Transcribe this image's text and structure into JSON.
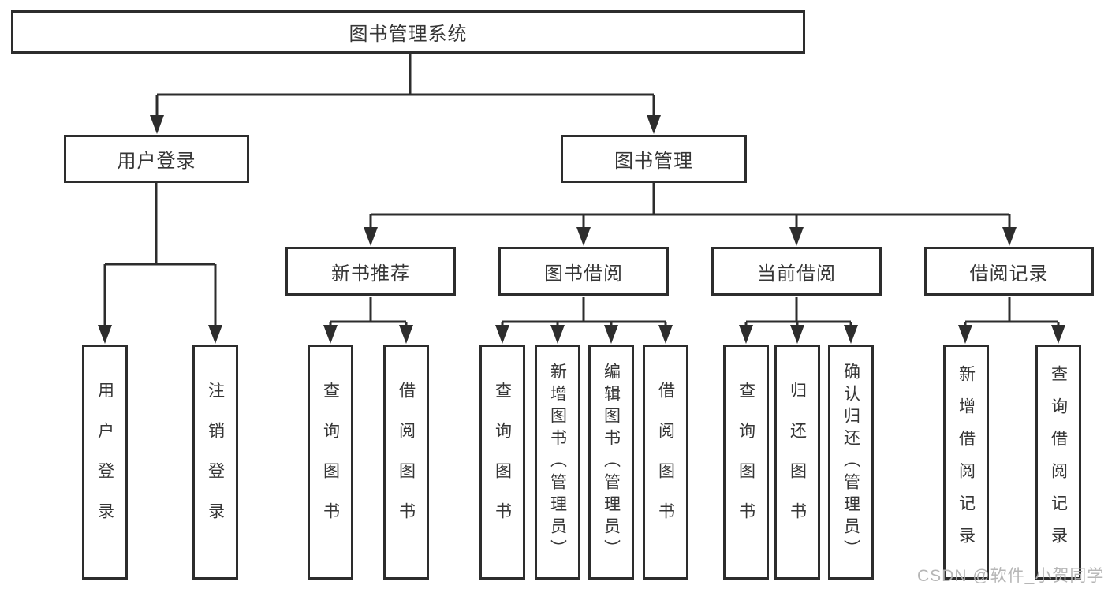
{
  "diagram": {
    "title": "图书管理系统",
    "root": {
      "label": "图书管理系统"
    },
    "level2": {
      "user_login": {
        "label": "用户登录"
      },
      "book_management": {
        "label": "图书管理"
      }
    },
    "level3": {
      "new_book_recommend": {
        "label": "新书推荐"
      },
      "book_borrow": {
        "label": "图书借阅"
      },
      "current_borrow": {
        "label": "当前借阅"
      },
      "borrow_records": {
        "label": "借阅记录"
      }
    },
    "leaves": {
      "user_login": [
        "用户登录",
        "注销登录"
      ],
      "new_book_recommend": [
        "查询图书",
        "借阅图书"
      ],
      "book_borrow": [
        "查询图书",
        "新增图书（管理员）",
        "编辑图书（管理员）",
        "借阅图书"
      ],
      "current_borrow": [
        "查询图书",
        "归还图书",
        "确认归还（管理员）"
      ],
      "borrow_records": [
        "新增借阅记录",
        "查询借阅记录"
      ]
    }
  },
  "watermark": {
    "text": "CSDN @软件_小贺同学"
  },
  "colors": {
    "line": "#2d2d2d",
    "box_border": "#2d2d2d",
    "text": "#363636",
    "watermark": "#b2b2b2",
    "background": "#ffffff"
  }
}
